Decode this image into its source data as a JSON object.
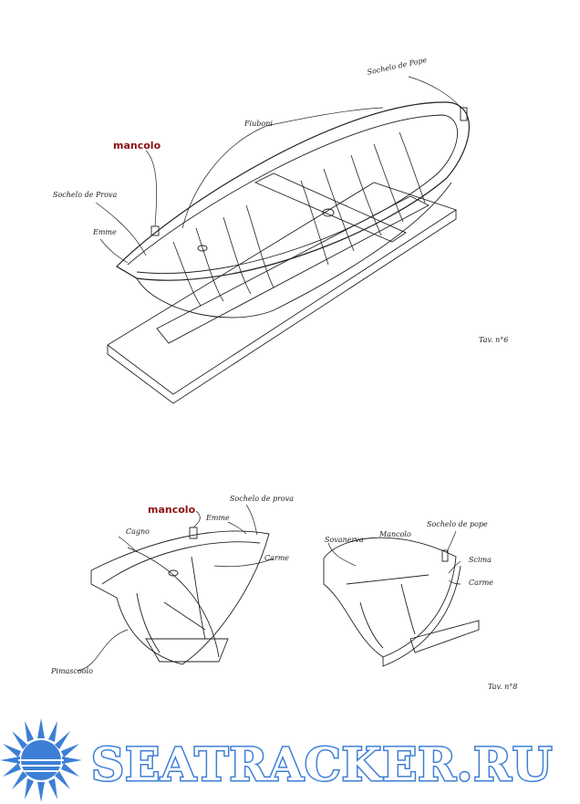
{
  "top_drawing": {
    "labels": {
      "sochelo_pope": "Sochelo de Pope",
      "fiuboni": "Fiuboni",
      "mancolo": "mancolo",
      "sochelo_prova": "Sochelo de Prova",
      "emme": "Emme"
    },
    "plate": "Tav. n°6"
  },
  "bottom_drawing": {
    "labels": {
      "mancolo": "mancolo",
      "emme": "Emme",
      "sochelo_prova": "Sochelo de prova",
      "cagno": "Cagno",
      "carme_left": "Carme",
      "pimascoolo": "Pimascoolo",
      "sovanerva": "Sovanerva",
      "mancolo_right": "Mancolo",
      "sochelo_pope": "Sochelo de pope",
      "scima": "Scima",
      "carme_right": "Carme"
    },
    "plate": "Tav. n°8"
  },
  "watermark": {
    "text": "SEATRACKER.RU",
    "color": "#3d7fd6"
  },
  "colors": {
    "accent_label": "#8b1010"
  }
}
